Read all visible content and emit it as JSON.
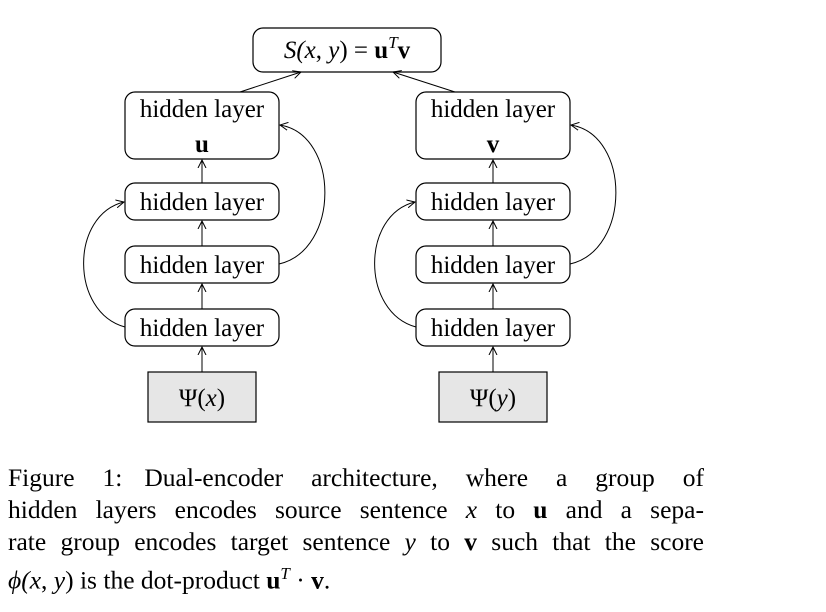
{
  "diagram": {
    "score_box": {
      "prefix": "S(",
      "x": "x",
      "comma": ", ",
      "y": "y",
      "mid": ") = ",
      "u": "u",
      "sup": "T",
      "v": "v"
    },
    "left_encoder": {
      "top_label": "hidden layer",
      "top_vector": "u",
      "layers": [
        "hidden layer",
        "hidden layer",
        "hidden layer"
      ],
      "input": {
        "func": "Ψ(",
        "var": "x",
        "close": ")"
      }
    },
    "right_encoder": {
      "top_label": "hidden layer",
      "top_vector": "v",
      "layers": [
        "hidden layer",
        "hidden layer",
        "hidden layer"
      ],
      "input": {
        "func": "Ψ(",
        "var": "y",
        "close": ")"
      }
    },
    "colors": {
      "stroke": "#000000",
      "input_fill": "#e6e6e6"
    }
  },
  "caption": {
    "label": "Figure 1:",
    "line1": "Dual-encoder architecture, where a group of",
    "line2_a": "hidden layers encodes source sentence ",
    "line2_x": "x",
    "line2_b": " to ",
    "line2_u": "u",
    "line2_c": " and a sepa-",
    "line3_a": "rate group encodes target sentence ",
    "line3_y": "y",
    "line3_b": " to ",
    "line3_v": "v",
    "line3_c": " such that the score",
    "line4_phi": "ϕ(",
    "line4_x": "x",
    "line4_comma": ", ",
    "line4_y": "y",
    "line4_a": ") is the dot-product ",
    "line4_u": "u",
    "line4_sup": "T",
    "line4_dot": " · ",
    "line4_v": "v",
    "line4_end": "."
  }
}
